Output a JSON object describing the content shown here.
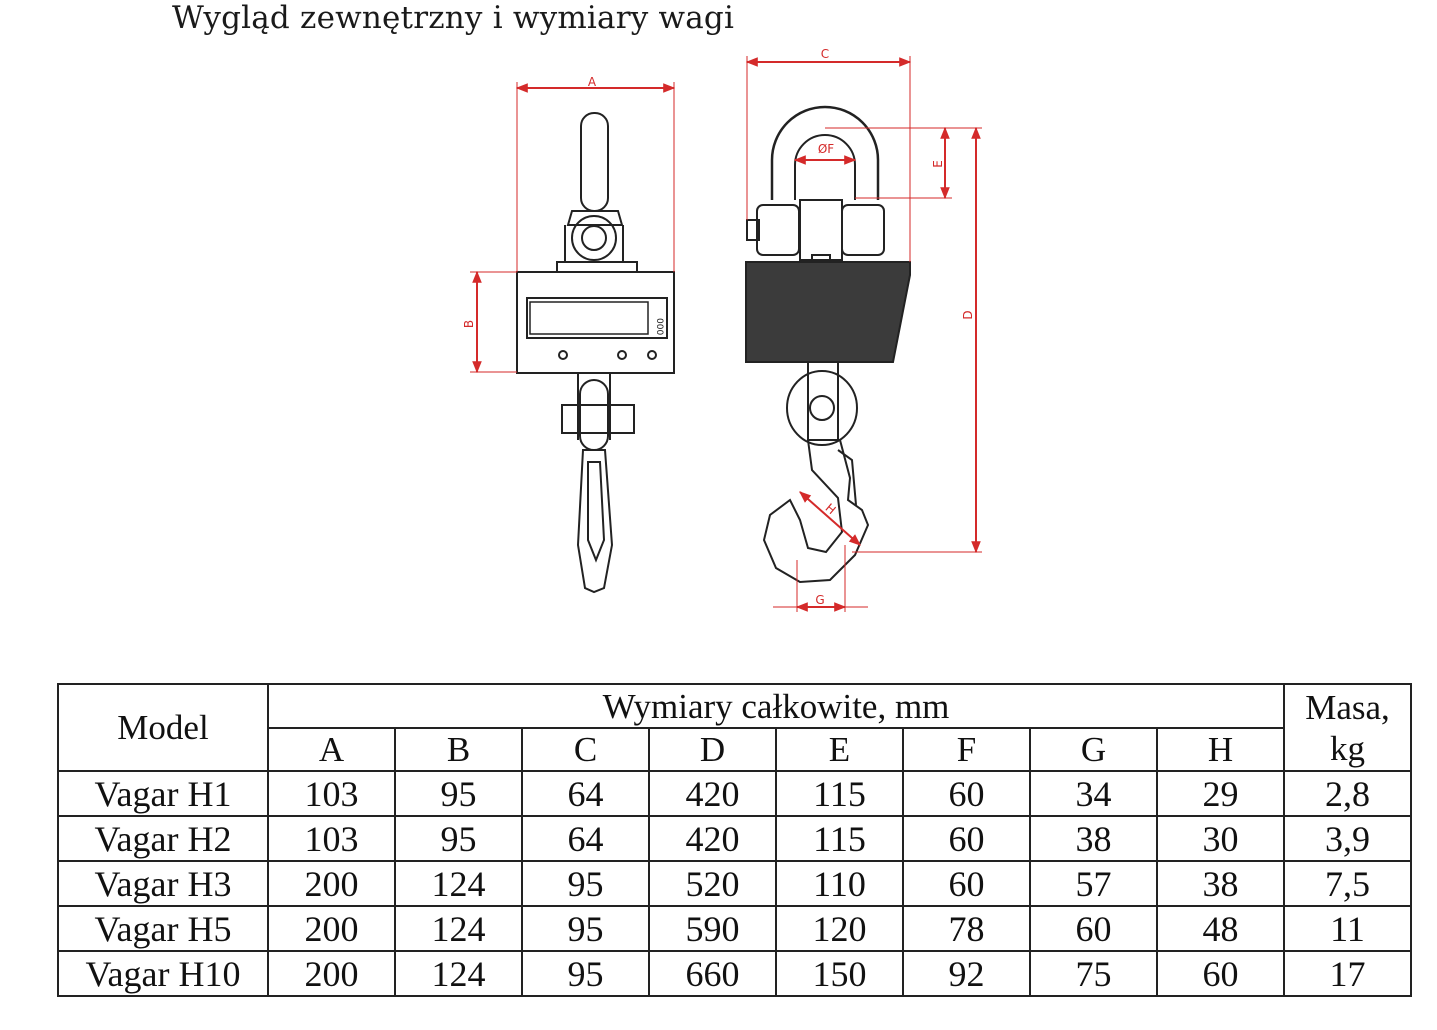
{
  "title": "Wygląd zewnętrzny i wymiary wagi",
  "diagram": {
    "labels": {
      "A": "A",
      "B": "B",
      "C": "C",
      "D": "D",
      "E": "E",
      "F": "ØF",
      "G": "G",
      "H": "H"
    },
    "colors": {
      "dimension": "#d42a2a",
      "outline": "#222222",
      "body": "#3b3b3b"
    }
  },
  "table": {
    "model_header": "Model",
    "dims_header": "Wymiary całkowite, mm",
    "mass_header_1": "Masa,",
    "mass_header_2": "kg",
    "columns": [
      "A",
      "B",
      "C",
      "D",
      "E",
      "F",
      "G",
      "H"
    ],
    "rows": [
      {
        "model": "Vagar H1",
        "values": [
          "103",
          "95",
          "64",
          "420",
          "115",
          "60",
          "34",
          "29"
        ],
        "mass": "2,8"
      },
      {
        "model": "Vagar H2",
        "values": [
          "103",
          "95",
          "64",
          "420",
          "115",
          "60",
          "38",
          "30"
        ],
        "mass": "3,9"
      },
      {
        "model": "Vagar H3",
        "values": [
          "200",
          "124",
          "95",
          "520",
          "110",
          "60",
          "57",
          "38"
        ],
        "mass": "7,5"
      },
      {
        "model": "Vagar H5",
        "values": [
          "200",
          "124",
          "95",
          "590",
          "120",
          "78",
          "60",
          "48"
        ],
        "mass": "11"
      },
      {
        "model": "Vagar H10",
        "values": [
          "200",
          "124",
          "95",
          "660",
          "150",
          "92",
          "75",
          "60"
        ],
        "mass": "17"
      }
    ]
  }
}
